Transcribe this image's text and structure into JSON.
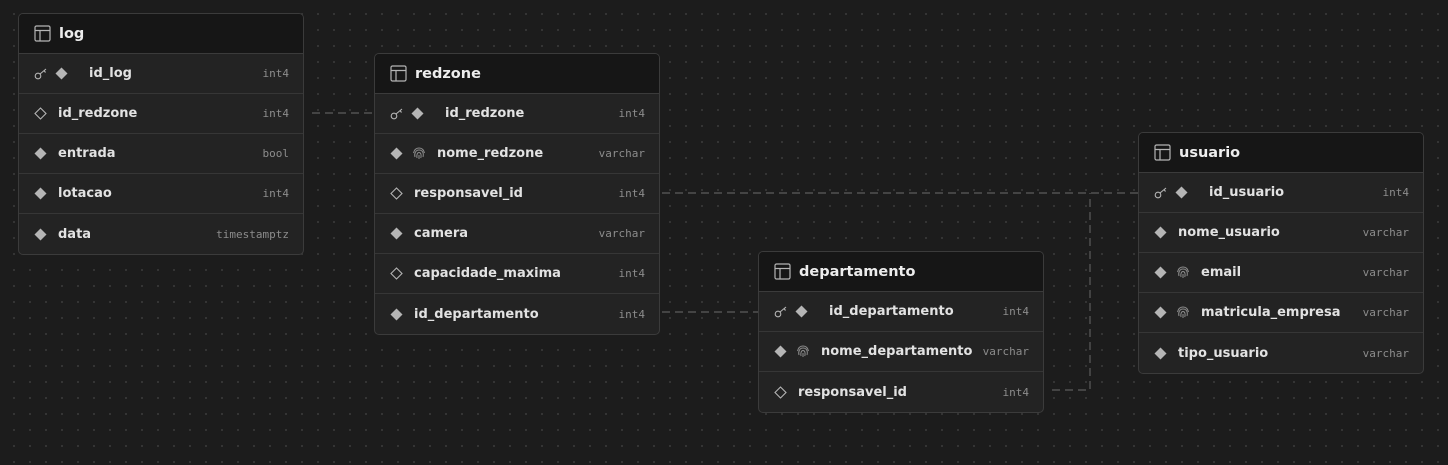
{
  "tables": [
    {
      "name": "log",
      "columns": [
        {
          "name": "id_log",
          "type": "int4",
          "primary_key": true,
          "nullable": false,
          "unique": false
        },
        {
          "name": "id_redzone",
          "type": "int4",
          "primary_key": false,
          "nullable": true,
          "unique": false
        },
        {
          "name": "entrada",
          "type": "bool",
          "primary_key": false,
          "nullable": false,
          "unique": false
        },
        {
          "name": "lotacao",
          "type": "int4",
          "primary_key": false,
          "nullable": false,
          "unique": false
        },
        {
          "name": "data",
          "type": "timestamptz",
          "primary_key": false,
          "nullable": false,
          "unique": false
        }
      ]
    },
    {
      "name": "redzone",
      "columns": [
        {
          "name": "id_redzone",
          "type": "int4",
          "primary_key": true,
          "nullable": false,
          "unique": false
        },
        {
          "name": "nome_redzone",
          "type": "varchar",
          "primary_key": false,
          "nullable": false,
          "unique": true
        },
        {
          "name": "responsavel_id",
          "type": "int4",
          "primary_key": false,
          "nullable": true,
          "unique": false
        },
        {
          "name": "camera",
          "type": "varchar",
          "primary_key": false,
          "nullable": false,
          "unique": false
        },
        {
          "name": "capacidade_maxima",
          "type": "int4",
          "primary_key": false,
          "nullable": true,
          "unique": false
        },
        {
          "name": "id_departamento",
          "type": "int4",
          "primary_key": false,
          "nullable": false,
          "unique": false
        }
      ]
    },
    {
      "name": "departamento",
      "columns": [
        {
          "name": "id_departamento",
          "type": "int4",
          "primary_key": true,
          "nullable": false,
          "unique": false
        },
        {
          "name": "nome_departamento",
          "type": "varchar",
          "primary_key": false,
          "nullable": false,
          "unique": true
        },
        {
          "name": "responsavel_id",
          "type": "int4",
          "primary_key": false,
          "nullable": true,
          "unique": false
        }
      ]
    },
    {
      "name": "usuario",
      "columns": [
        {
          "name": "id_usuario",
          "type": "int4",
          "primary_key": true,
          "nullable": false,
          "unique": false
        },
        {
          "name": "nome_usuario",
          "type": "varchar",
          "primary_key": false,
          "nullable": false,
          "unique": false
        },
        {
          "name": "email",
          "type": "varchar",
          "primary_key": false,
          "nullable": false,
          "unique": true
        },
        {
          "name": "matricula_empresa",
          "type": "varchar",
          "primary_key": false,
          "nullable": false,
          "unique": true
        },
        {
          "name": "tipo_usuario",
          "type": "varchar",
          "primary_key": false,
          "nullable": false,
          "unique": false
        }
      ]
    }
  ],
  "relations": [
    {
      "from": "log.id_redzone",
      "to": "redzone.id_redzone"
    },
    {
      "from": "redzone.responsavel_id",
      "to": "usuario.id_usuario"
    },
    {
      "from": "redzone.id_departamento",
      "to": "departamento.id_departamento"
    },
    {
      "from": "departamento.responsavel_id",
      "to": "usuario.id_usuario"
    }
  ],
  "colors": {
    "canvas": "#1c1c1c",
    "card": "#232323",
    "header": "#161616",
    "border": "#3b3b3b",
    "text": "#e2e2e2",
    "type_text": "#8c8c8c",
    "icon": "#b5b5b5",
    "relation_line": "#5c5c5c"
  }
}
